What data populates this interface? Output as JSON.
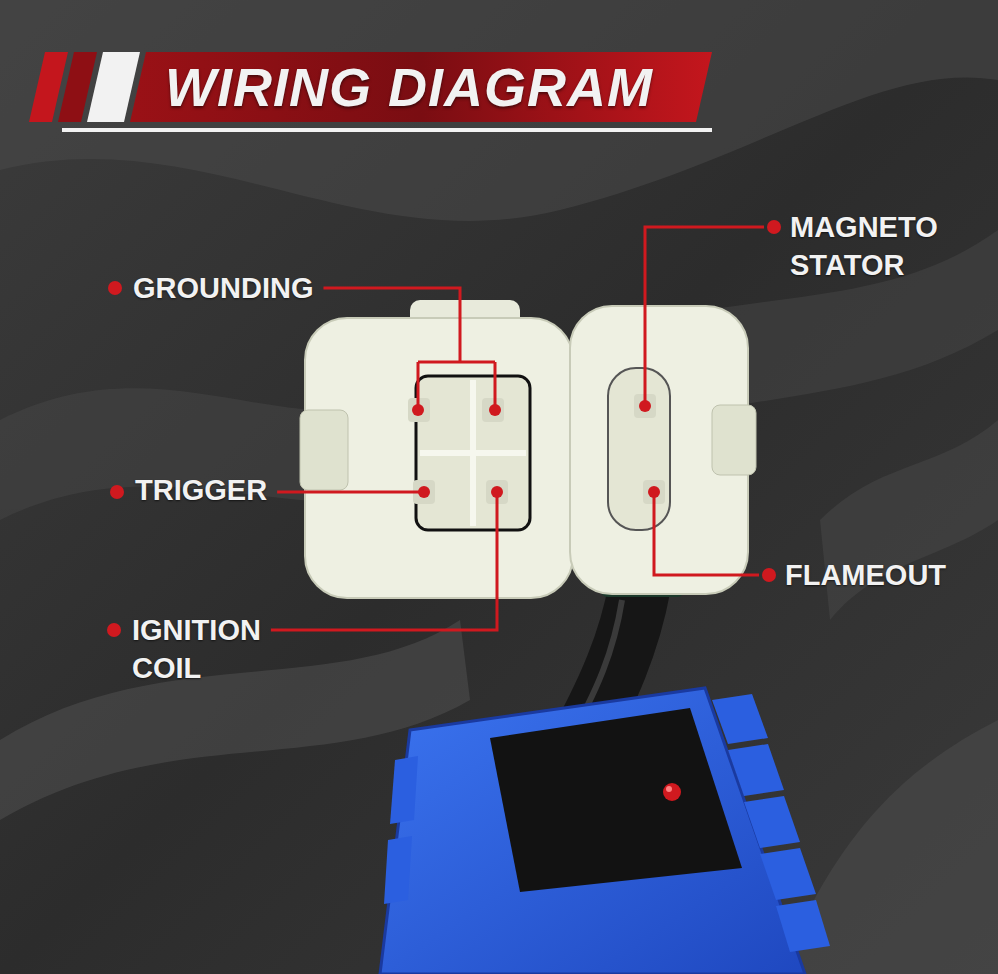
{
  "diagram": {
    "title": "WIRING DIAGRAM",
    "labels": [
      "GROUNDING",
      "TRIGGER",
      "IGNITION COIL",
      "MAGNETO STATOR",
      "FLAMEOUT"
    ]
  }
}
